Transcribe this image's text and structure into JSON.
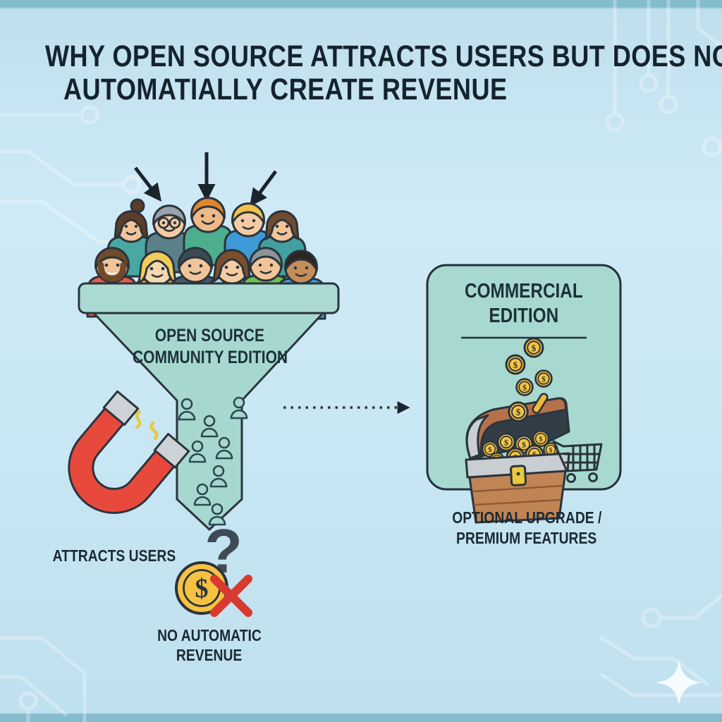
{
  "title": {
    "line1": "WHY OPEN SOURCE ATTRACTS USERS BUT DOES NOT",
    "line2": "AUTOMATIALLY CREATE REVENUE"
  },
  "funnel": {
    "label_line1": "OPEN SOURCE",
    "label_line2": "COMMUNITY EDITION"
  },
  "magnet": {
    "caption": "ATTRACTS USERS"
  },
  "outcome": {
    "line1": "NO AUTOMATIC",
    "line2": "REVENUE"
  },
  "commercial": {
    "title_line1": "COMMERCIAL",
    "title_line2": "EDITION",
    "caption_line1": "OPTIONAL UPGRADE /",
    "caption_line2": "PREMIUM FEATURES"
  },
  "icons": {
    "down_arrows": "three black arrows pointing into user crowd",
    "crowd": "crowd of eleven cartoon users",
    "funnel": "teal funnel with small user outlines falling through",
    "magnet": "red horseshoe magnet with field squiggles",
    "question_mark": "dark question mark",
    "dollar_coin": "gold coin with dollar sign",
    "red_x": "red cross-out X",
    "dotted_arrow": "dotted arrow from funnel to commercial box",
    "treasure_chest": "open treasure chest full of gold coins",
    "shopping_cart": "shopping cart outline",
    "sparkle": "white four-point sparkle",
    "circuit_pattern": "faint white circuit-board traces"
  },
  "colors": {
    "background": "#c6e3f1",
    "top_bottom_band": "#85bccd",
    "funnel_fill": "#a6d8d0",
    "outline": "#2b343c",
    "heading_text": "#15232d",
    "label_text": "#1b2a33",
    "magnet_red": "#e8493d",
    "coin_gold": "#f6c443",
    "cross_red": "#d93a30",
    "chest_brown": "#c08455",
    "commercial_box_fill": "#a7d9d1"
  }
}
